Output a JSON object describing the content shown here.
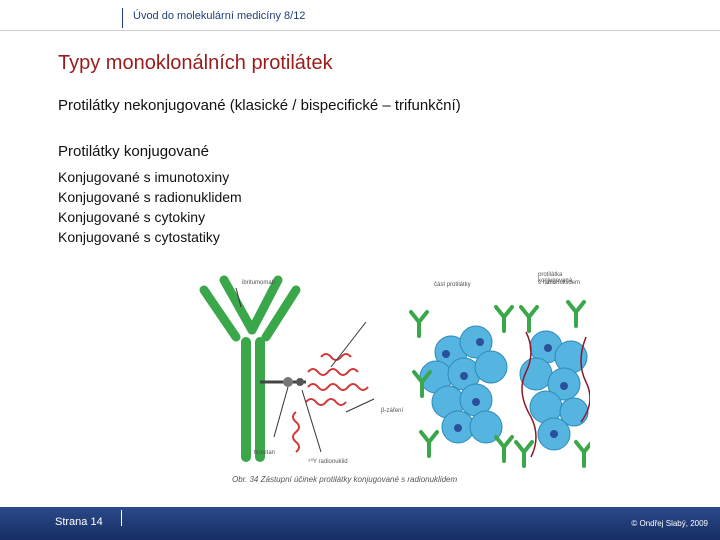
{
  "header": {
    "text": "Úvod do molekulární medicíny 8/12"
  },
  "title": "Typy monoklonálních protilátek",
  "items": [
    "Protilátky nekonjugované (klasické / bispecifické – trifunkční)",
    "Protilátky konjugované"
  ],
  "sub_items": [
    "Konjugované s imunotoxiny",
    "Konjugované s radionuklidem",
    "Konjugované s cytokiny",
    "Konjugované s cytostatiky"
  ],
  "figure": {
    "label_ibritumomab": "ibritumomab",
    "label_cast": "část protilátky",
    "label_konj_1": "protilátka konjugovaná",
    "label_konj_2": "s radionuklidem",
    "label_bzarevi": "β-záření",
    "label_tiuxetan": "tiuxetan",
    "label_radionuklid": "⁹⁰Y radionuklid",
    "caption": "Obr. 34  Zástupní účinek protilátky konjugované s radionuklidem"
  },
  "footer": {
    "page": "Strana 14",
    "copyright": "© Ondřej Slabý, 2009"
  },
  "colors": {
    "title": "#9b1b1b",
    "footer": "#1f3f7a",
    "antibody": "#3aa84a",
    "cell": "#56b4e0"
  }
}
